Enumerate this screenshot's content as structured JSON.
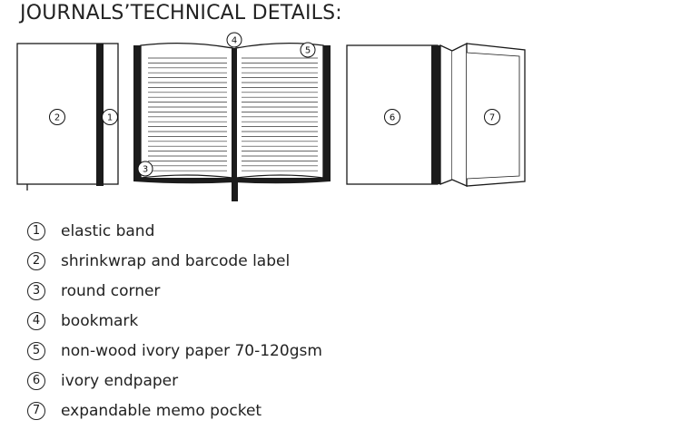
{
  "title": "JOURNALS’TECHNICAL DETAILS:",
  "diagram_callouts": [
    "1",
    "2",
    "3",
    "4",
    "5",
    "6",
    "7"
  ],
  "legend": [
    {
      "number": "1",
      "label": "elastic band"
    },
    {
      "number": "2",
      "label": "shrinkwrap and barcode label"
    },
    {
      "number": "3",
      "label": "round corner"
    },
    {
      "number": "4",
      "label": "bookmark"
    },
    {
      "number": "5",
      "label": "non-wood ivory paper 70-120gsm"
    },
    {
      "number": "6",
      "label": "ivory endpaper"
    },
    {
      "number": "7",
      "label": "expandable memo pocket"
    }
  ],
  "colors": {
    "ink": "#1a1a1a",
    "band": "#1c1c1c",
    "background": "#ffffff"
  }
}
